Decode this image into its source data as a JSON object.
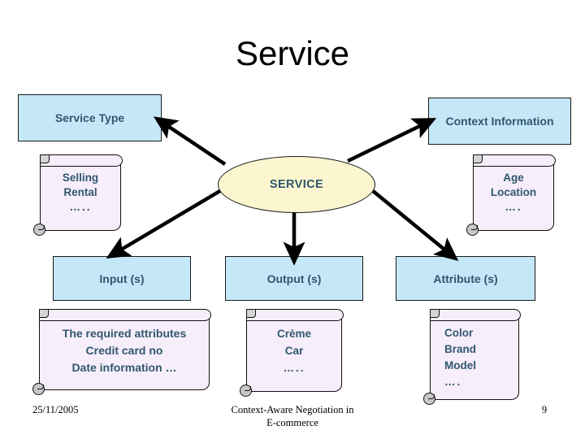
{
  "slide": {
    "title": "Service",
    "colors": {
      "box_fill": "#c5e8f8",
      "box_text": "#31576e",
      "ellipse_fill": "#fbf6cf",
      "scroll_fill": "#f7eefb",
      "outline": "#111111",
      "background": "#ffffff"
    }
  },
  "boxes": {
    "service_type": "Service Type",
    "context_information": "Context Information",
    "inputs": "Input (s)",
    "outputs": "Output (s)",
    "attributes": "Attribute (s)"
  },
  "ellipse": {
    "label": "SERVICE"
  },
  "notes": {
    "service_type": {
      "lines": [
        "Selling",
        "Rental",
        "….."
      ]
    },
    "context_information": {
      "lines": [
        "Age",
        "Location",
        "…."
      ]
    },
    "inputs": {
      "lines": [
        "The required attributes",
        "Credit card no",
        "Date information …"
      ]
    },
    "outputs": {
      "lines": [
        "Crème",
        "Car",
        "….."
      ]
    },
    "attributes": {
      "lines": [
        "Color",
        "Brand",
        "Model",
        "…."
      ]
    }
  },
  "connections": [
    {
      "from": "SERVICE",
      "to": "Service Type",
      "direction": "up-left"
    },
    {
      "from": "SERVICE",
      "to": "Context Information",
      "direction": "up-right"
    },
    {
      "from": "SERVICE",
      "to": "Input (s)",
      "direction": "down-left"
    },
    {
      "from": "SERVICE",
      "to": "Output (s)",
      "direction": "down"
    },
    {
      "from": "SERVICE",
      "to": "Attribute (s)",
      "direction": "down-right"
    }
  ],
  "footer": {
    "date": "25/11/2005",
    "center_line_1": "Context-Aware Negotiation in",
    "center_line_2": "E-commerce",
    "page_number": "9"
  }
}
